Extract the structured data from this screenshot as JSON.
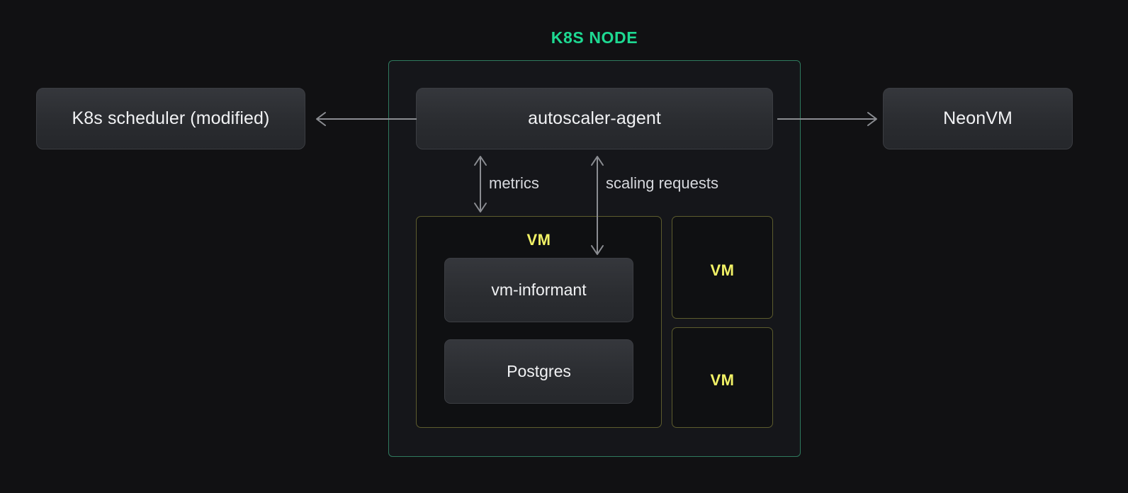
{
  "diagram": {
    "title": "K8S NODE",
    "title_color": "#1ed992",
    "background_color": "#111113",
    "node_border_color": "#2f7a5e",
    "vm_border_color": "#5d5c2e",
    "vm_label_color": "#f2f266",
    "arrow_color": "#8b8d92"
  },
  "external": {
    "scheduler": "K8s scheduler (modified)",
    "neonvm": "NeonVM"
  },
  "node": {
    "agent": "autoscaler-agent",
    "vm_main": {
      "label": "VM",
      "components": [
        {
          "label": "vm-informant"
        },
        {
          "label": "Postgres"
        }
      ]
    },
    "vm_side": [
      {
        "label": "VM"
      },
      {
        "label": "VM"
      }
    ]
  },
  "flows": [
    {
      "name": "metrics",
      "label": "metrics",
      "direction": "bidirectional"
    },
    {
      "name": "scaling-requests",
      "label": "scaling requests",
      "direction": "bidirectional"
    },
    {
      "name": "scheduler-link",
      "label": "",
      "direction": "left"
    },
    {
      "name": "neonvm-link",
      "label": "",
      "direction": "right"
    }
  ]
}
